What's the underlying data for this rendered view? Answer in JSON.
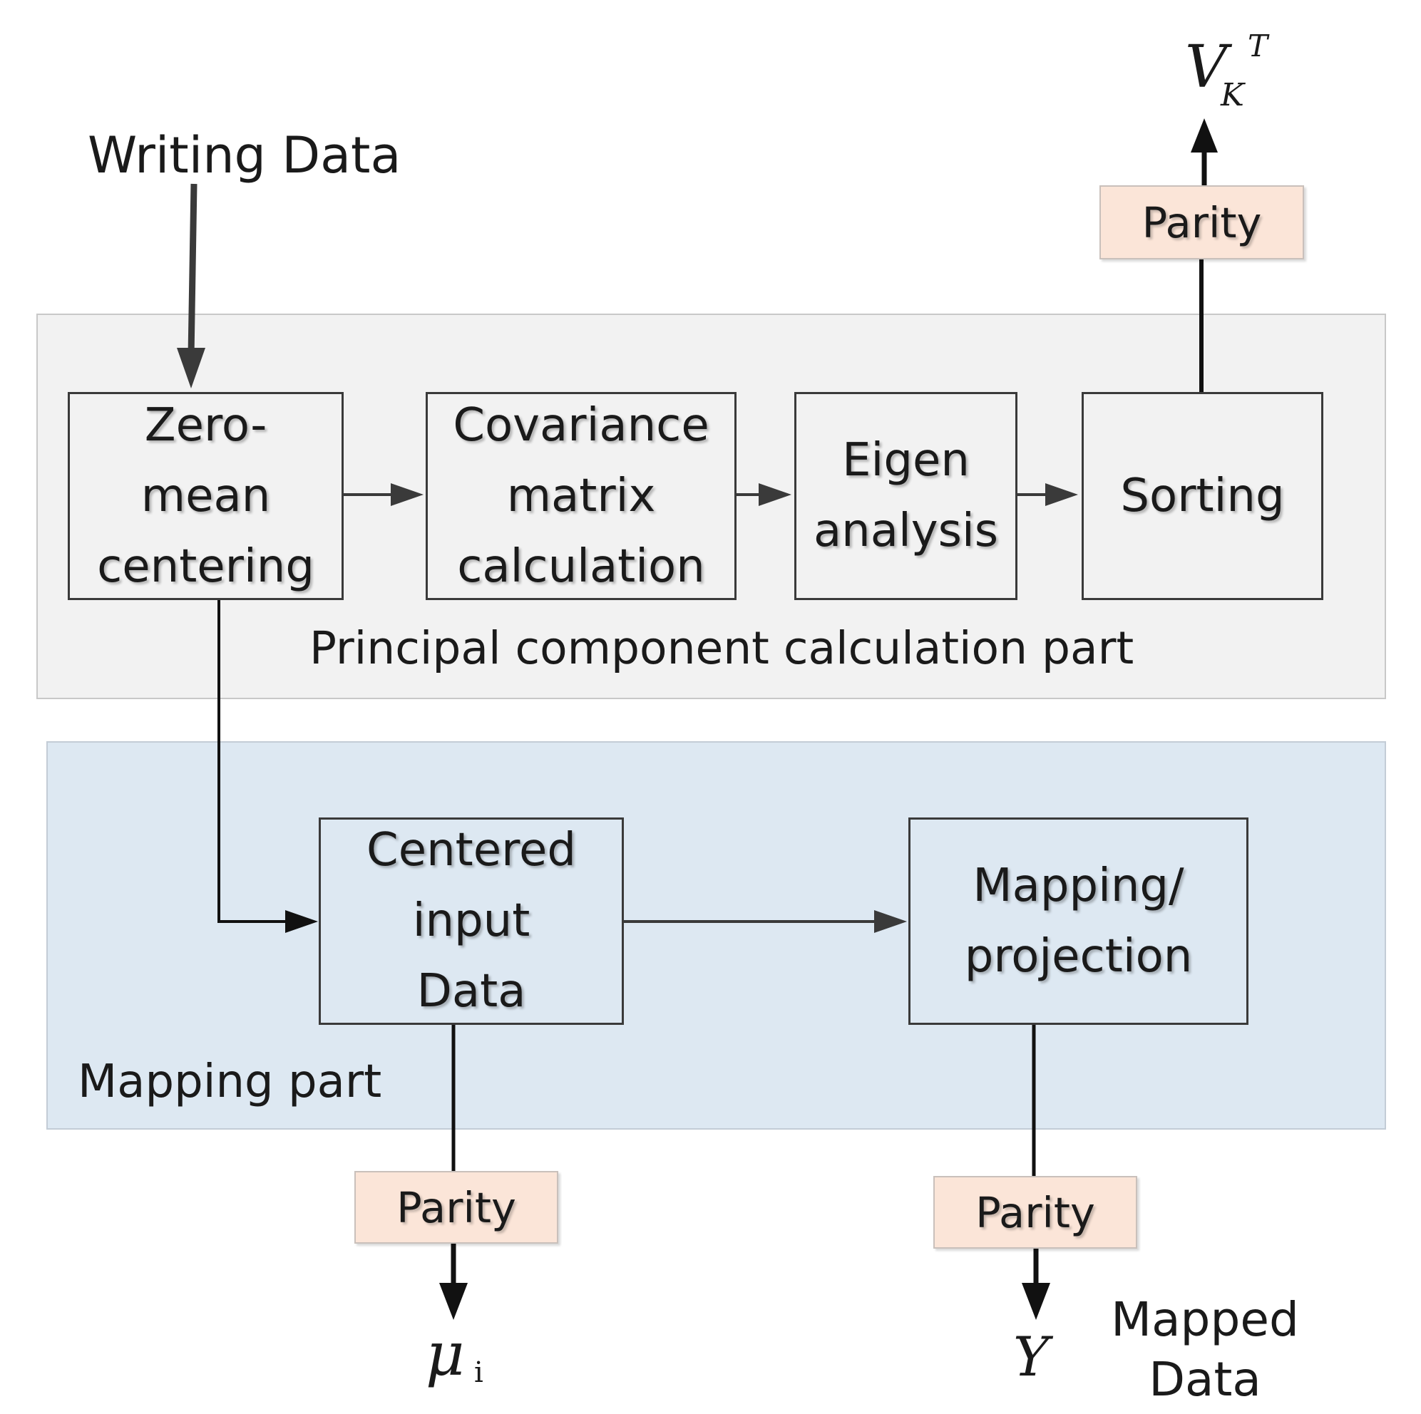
{
  "input_label": "Writing Data",
  "regions": {
    "pca": {
      "label": "Principal component calculation part"
    },
    "mapping": {
      "label": "Mapping part"
    }
  },
  "blocks": {
    "zero_mean": [
      "Zero-",
      "mean",
      "centering"
    ],
    "covariance": [
      "Covariance",
      "matrix",
      "calculation"
    ],
    "eigen": [
      "Eigen",
      "analysis"
    ],
    "sorting": [
      "Sorting"
    ],
    "centered_input": [
      "Centered",
      "input",
      "Data"
    ],
    "mapping_projection": [
      "Mapping/",
      "projection"
    ]
  },
  "parity_label": "Parity",
  "outputs": {
    "vk": {
      "base": "V",
      "sub": "K",
      "sup": "T"
    },
    "mu": {
      "base": "μ",
      "sub": "i"
    },
    "y": {
      "base": "Y"
    },
    "mapped_data": [
      "Mapped",
      "Data"
    ]
  },
  "colors": {
    "pca_region": "#f2f2f2",
    "mapping_region": "#dde8f2",
    "parity_fill": "#fbe5d8",
    "line": "#1a1a1a"
  }
}
